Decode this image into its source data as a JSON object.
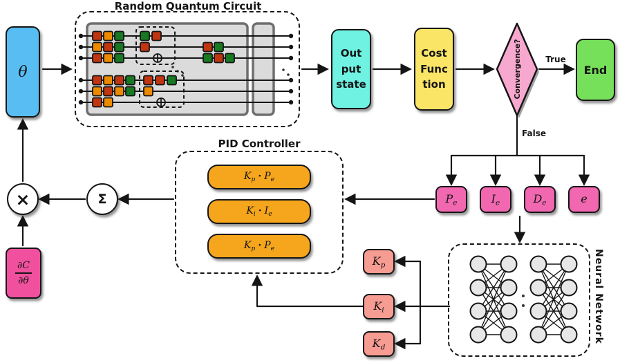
{
  "diagram": {
    "theta_label": "θ",
    "circuit_title": "Random Quantum Circuit",
    "output_state": [
      "Out",
      "put",
      "state"
    ],
    "cost_function": [
      "Cost",
      "Func",
      "tion"
    ],
    "convergence_label": "Convergence?",
    "true_label": "True",
    "false_label": "False",
    "end_label": "End"
  },
  "errors": [
    {
      "base": "P",
      "sub": "e"
    },
    {
      "base": "I",
      "sub": "e"
    },
    {
      "base": "D",
      "sub": "e"
    },
    {
      "base": "e",
      "sub": ""
    }
  ],
  "pid": {
    "title": "PID Controller",
    "bars": [
      {
        "gain": "K",
        "gain_sub": "p",
        "operator": "·",
        "error": "P",
        "error_sub": "e"
      },
      {
        "gain": "K",
        "gain_sub": "i",
        "operator": "·",
        "error": "I",
        "error_sub": "e"
      },
      {
        "gain": "K",
        "gain_sub": "p",
        "operator": "·",
        "error": "P",
        "error_sub": "e"
      }
    ]
  },
  "ops": {
    "sum": "Σ",
    "product": "×"
  },
  "gradient": {
    "numerator": "∂C",
    "denominator": "∂θ"
  },
  "gains": [
    {
      "base": "K",
      "sub": "p"
    },
    {
      "base": "K",
      "sub": "i"
    },
    {
      "base": "K",
      "sub": "d"
    }
  ],
  "neural_network": {
    "title": "Neural Network"
  },
  "colors": {
    "theta_blue": "#58BDF2",
    "state_cyan": "#6FF2E2",
    "cost_yellow": "#FBE567",
    "diamond_pink": "#F7A8CE",
    "end_green": "#77E05A",
    "error_pink": "#F168B1",
    "gain_salmon": "#F79C92",
    "gradient_magenta": "#F0509E",
    "pid_orange": "#F5A61D",
    "gate_red": "#C23511",
    "gate_orange": "#EE8A00",
    "gate_green": "#177A22",
    "nn_node_gray": "#E7E7E7"
  }
}
